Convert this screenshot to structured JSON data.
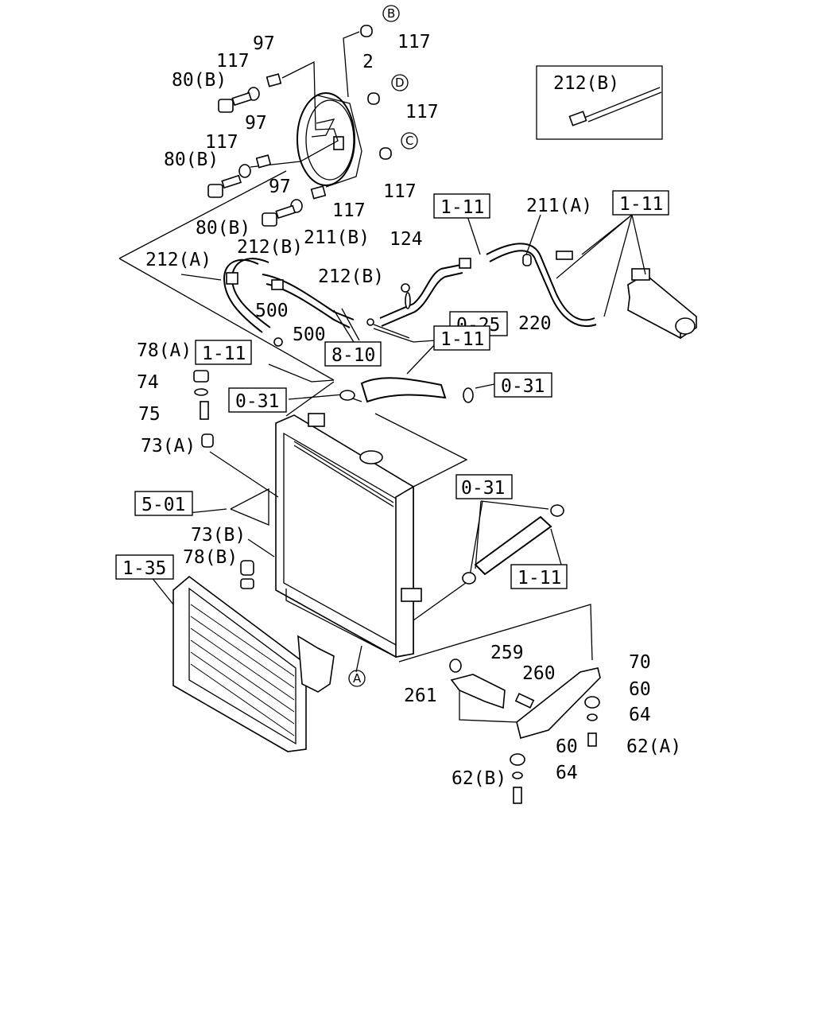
{
  "callouts": {
    "c117_b": "117",
    "c117_d": "117",
    "c117_c": "117",
    "c117_l1": "117",
    "c117_l2": "117",
    "c117_l3": "117",
    "c97_1": "97",
    "c97_2": "97",
    "c97_3": "97",
    "c2": "2",
    "c80b_1": "80(B)",
    "c80b_2": "80(B)",
    "c80b_3": "80(B)",
    "c212b_inset": "212(B)",
    "c211a": "211(A)",
    "c212a": "212(A)",
    "c212b_1": "212(B)",
    "c211b": "211(B)",
    "c212b_2": "212(B)",
    "c124": "124",
    "c500_1": "500",
    "c500_2": "500",
    "c220": "220",
    "c78a": "78(A)",
    "c74": "74",
    "c75": "75",
    "c73a": "73(A)",
    "c73b": "73(B)",
    "c78b": "78(B)",
    "c259": "259",
    "c260": "260",
    "c261": "261",
    "c70": "70",
    "c60_1": "60",
    "c64_1": "64",
    "c62a": "62(A)",
    "c60_2": "60",
    "c64_2": "64",
    "c62b": "62(B)"
  },
  "refs": {
    "r1_11_top": "1-11",
    "r1_11_right": "1-11",
    "r0_25": "0-25",
    "r8_10": "8-10",
    "r1_11_mid": "1-11",
    "r1_11_left": "1-11",
    "r0_31_right": "0-31",
    "r0_31_left": "0-31",
    "r5_01": "5-01",
    "r0_31_lower": "0-31",
    "r1_11_lower": "1-11",
    "r1_35": "1-35"
  },
  "circled": {
    "b": "B",
    "d": "D",
    "c": "C",
    "a": "A"
  }
}
